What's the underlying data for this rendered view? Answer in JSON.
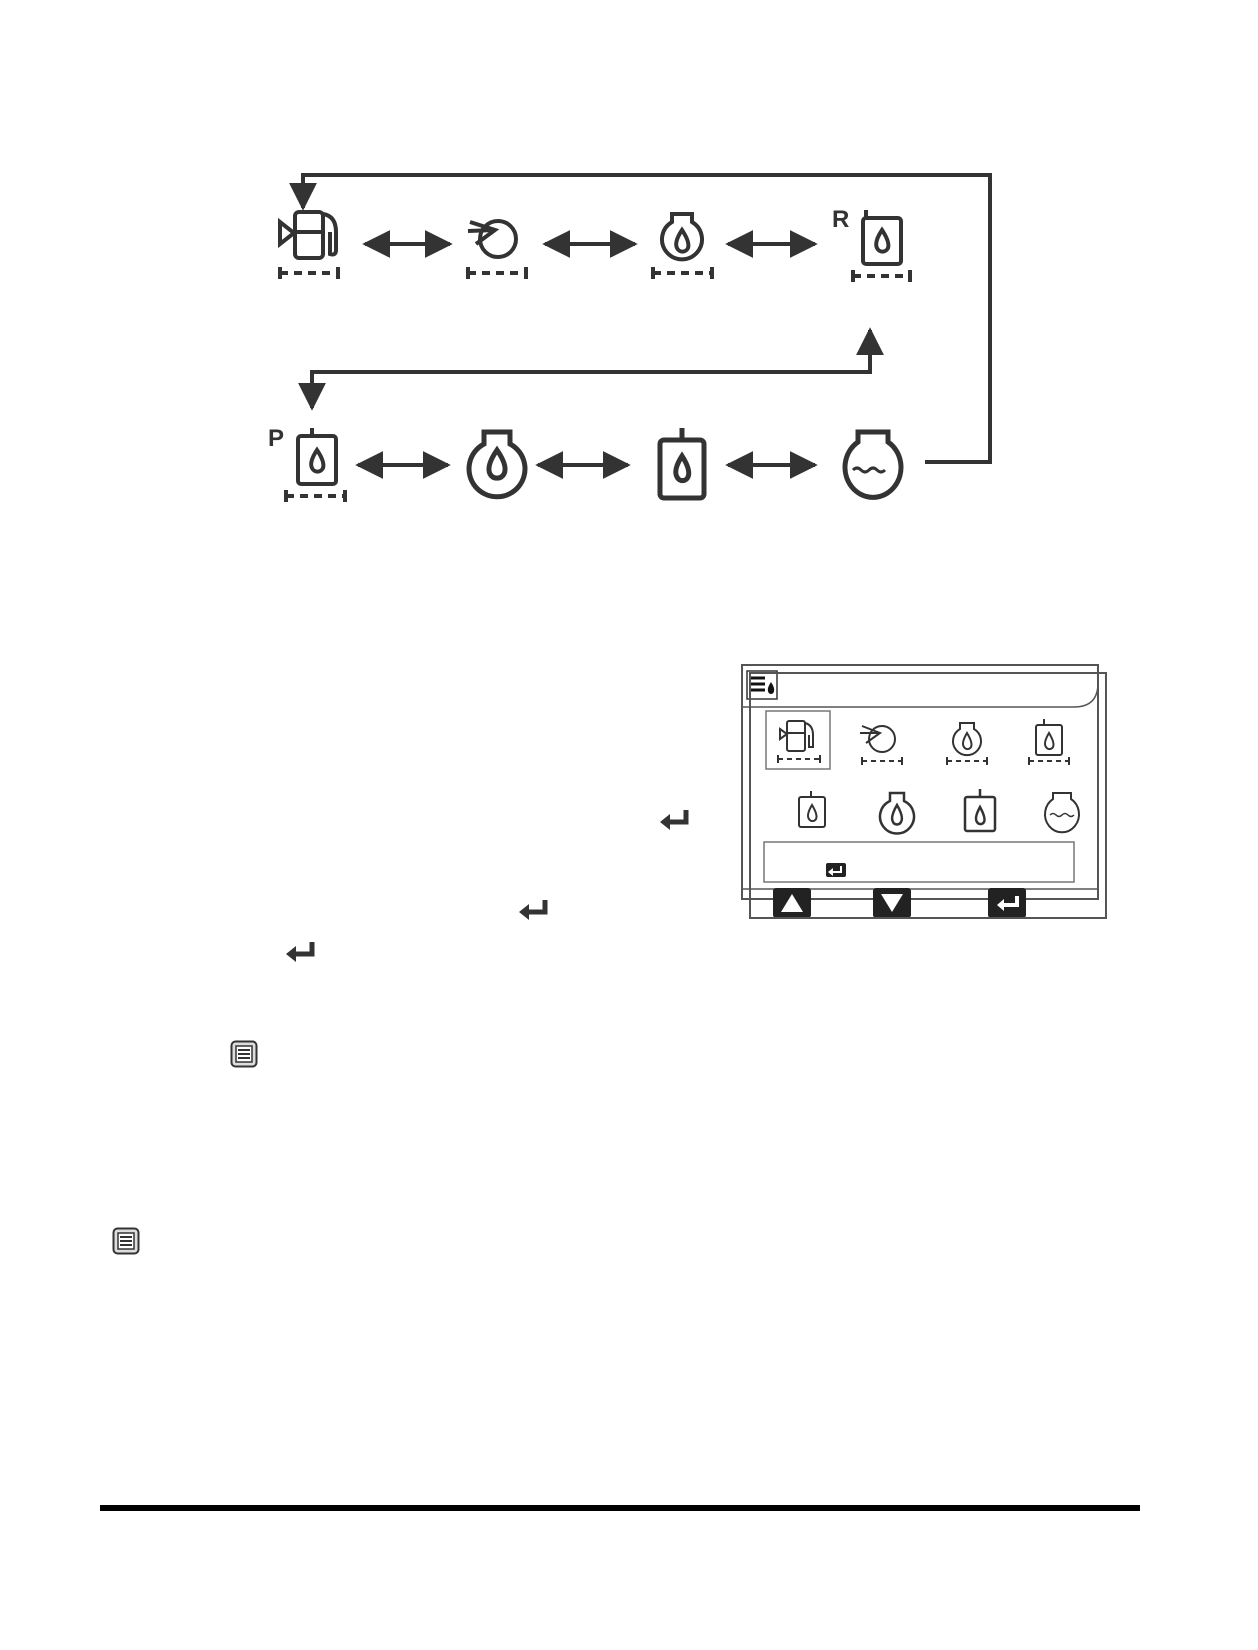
{
  "diagram": {
    "label_r": "R",
    "label_p": "P",
    "top_row_icons": [
      "fuel-pump-icon",
      "fuel-inlet-icon",
      "engine-oil-icon",
      "filter-r-icon"
    ],
    "bottom_row_icons": [
      "filter-p-icon",
      "large-engine-icon",
      "tank-icon",
      "coolant-flask-icon"
    ]
  },
  "display": {
    "header_icon": "menu-oil-icon",
    "row1_icons": [
      "fuel-pump-icon",
      "fuel-inlet-icon",
      "engine-oil-icon",
      "filter-icon"
    ],
    "row2_icons": [
      "tank-small-icon",
      "engine-icon",
      "tank-icon",
      "flask-icon"
    ],
    "buttons": [
      "up-arrow",
      "down-arrow",
      "enter"
    ]
  },
  "colors": {
    "ink": "#333333",
    "screen_border": "#555555"
  }
}
